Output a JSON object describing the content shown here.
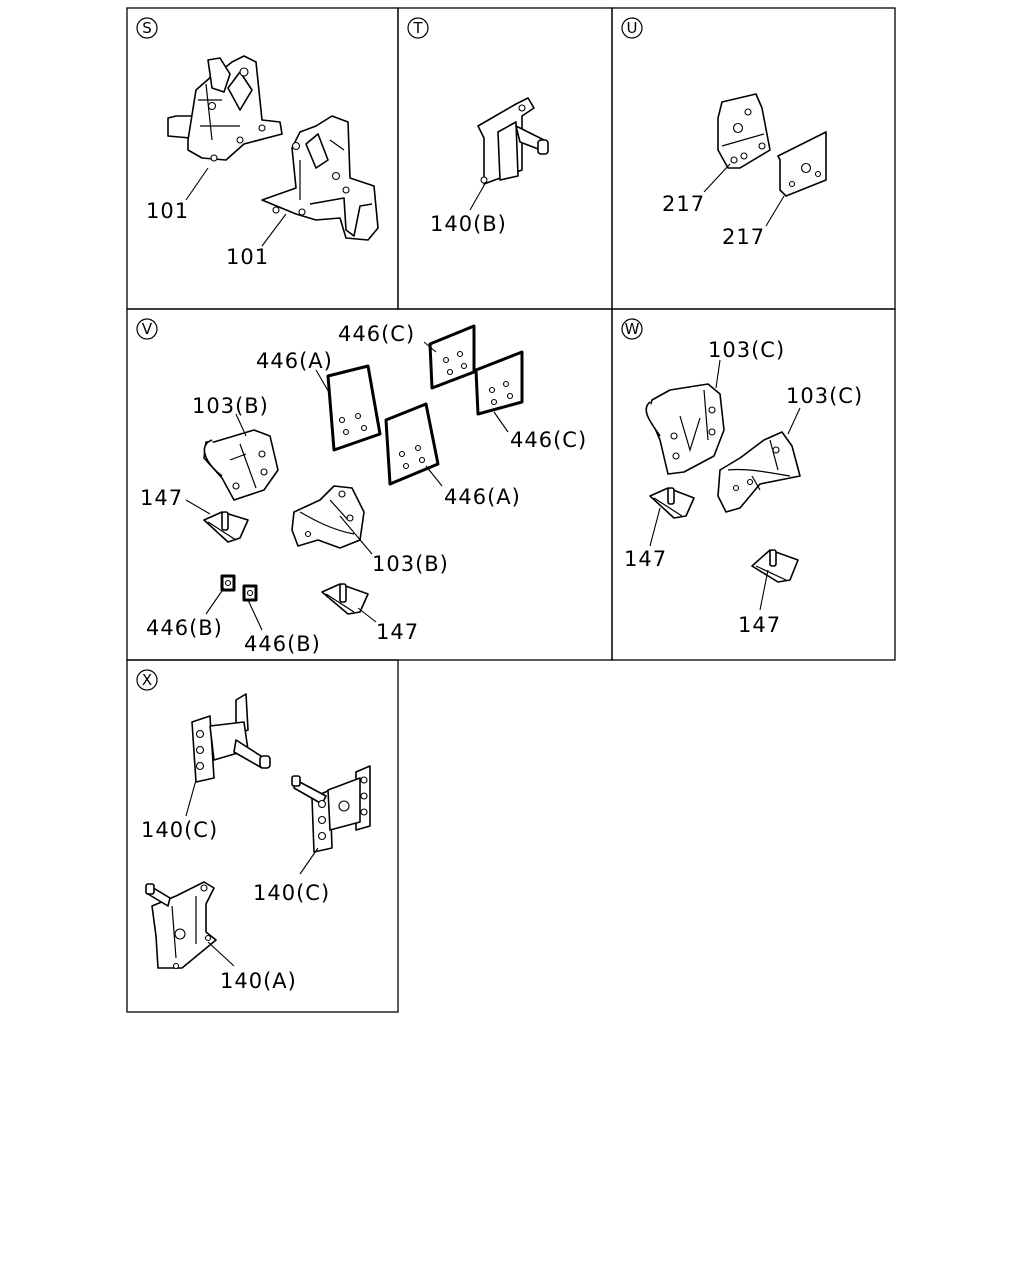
{
  "panels": {
    "S": {
      "letter": "S",
      "labels": [
        "101",
        "101"
      ]
    },
    "T": {
      "letter": "T",
      "labels": [
        "140(B)"
      ]
    },
    "U": {
      "letter": "U",
      "labels": [
        "217",
        "217"
      ]
    },
    "V": {
      "letter": "V",
      "labels": [
        "446(C)",
        "446(A)",
        "103(B)",
        "446(C)",
        "446(A)",
        "147",
        "103(B)",
        "446(B)",
        "446(B)",
        "147"
      ]
    },
    "W": {
      "letter": "W",
      "labels": [
        "103(C)",
        "103(C)",
        "147",
        "147"
      ]
    },
    "X": {
      "letter": "X",
      "labels": [
        "140(C)",
        "140(C)",
        "140(A)"
      ]
    }
  }
}
